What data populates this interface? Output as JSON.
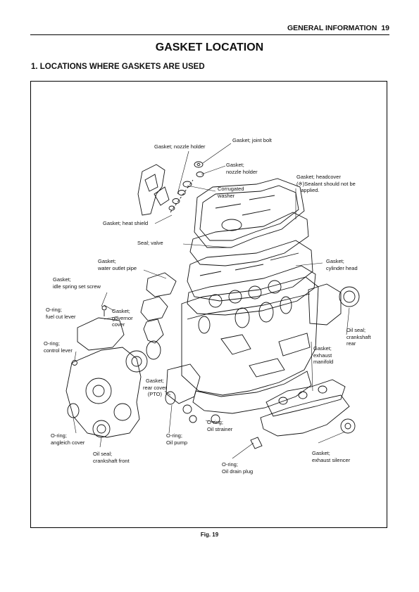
{
  "header": {
    "section": "GENERAL INFORMATION",
    "page": "19"
  },
  "title": "GASKET LOCATION",
  "section_heading": "1.  LOCATIONS WHERE GASKETS ARE USED",
  "figure": {
    "caption": "Fig. 19"
  },
  "labels": {
    "joint_bolt": "Gasket; joint bolt",
    "nozzle_holder_1": "Gasket; nozzle holder",
    "nozzle_holder_2": "Gasket;\nnozzle holder",
    "corrugated_washer": "Corrugated\nwasher",
    "headcover": "Gasket; headcover\n(※)Sealant should not be\n   applied.",
    "heat_shield": "Gasket; heat shield",
    "seal_valve": "Seal; valve",
    "water_outlet_pipe": "Gasket;\nwater outlet pipe",
    "cylinder_head": "Gasket;\ncylinder head",
    "idle_spring": "Gasket;\nidle spring set screw",
    "fuel_cut_lever": "O-ring;\nfuel cut lever",
    "governor_cover": "Gasket;\ngovernor\ncover",
    "crankshaft_rear": "Oil seal;\ncrankshaft\nrear",
    "control_lever": "O-ring;\ncontrol lever",
    "exhaust_manifold": "Gasket;\nexhaust\nmanifold",
    "rear_cover": "Gasket;\nrear cover\n(PTO)",
    "angleich_cover": "O-ring;\nangleich cover",
    "oil_pump": "O-ring;\nOil pump",
    "oil_strainer": "O-ring;\nOil strainer",
    "crankshaft_front": "Oil seal;\ncrankshaft front",
    "oil_drain_plug": "O-ring;\nOil drain plug",
    "exhaust_silencer": "Gasket;\nexhaust silencer"
  }
}
